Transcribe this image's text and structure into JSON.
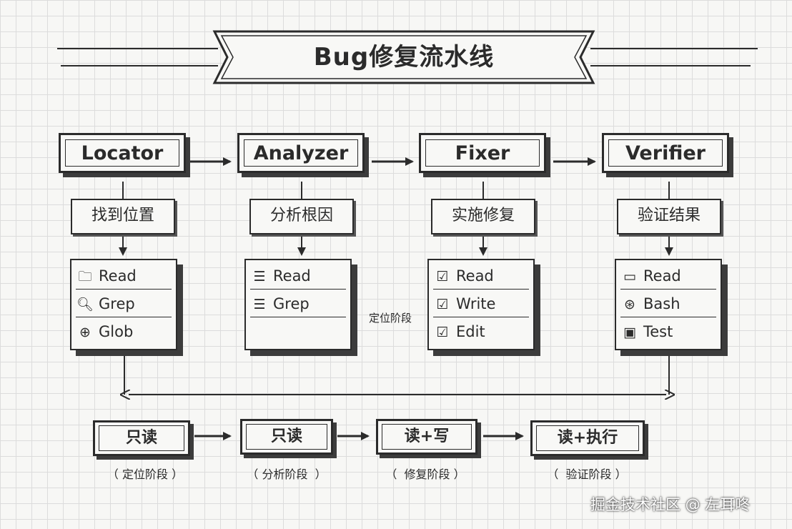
{
  "title": "Bug修复流水线",
  "stages": [
    {
      "name": "Locator",
      "subtitle": "找到位置",
      "tools": [
        {
          "icon": "folder-icon",
          "glyph": "🗀",
          "label": "Read"
        },
        {
          "icon": "search-icon",
          "glyph": "🔍︎",
          "label": "Grep"
        },
        {
          "icon": "globe-icon",
          "glyph": "⊕",
          "label": "Glob"
        }
      ]
    },
    {
      "name": "Analyzer",
      "subtitle": "分析根因",
      "tools": [
        {
          "icon": "document-icon",
          "glyph": "☰",
          "label": "Read"
        },
        {
          "icon": "document-icon",
          "glyph": "☰",
          "label": "Grep"
        }
      ]
    },
    {
      "name": "Fixer",
      "subtitle": "实施修复",
      "tools": [
        {
          "icon": "checkbox-icon",
          "glyph": "☑",
          "label": "Read"
        },
        {
          "icon": "checkbox-icon",
          "glyph": "☑",
          "label": "Write"
        },
        {
          "icon": "checkbox-icon",
          "glyph": "☑",
          "label": "Edit"
        }
      ]
    },
    {
      "name": "Verifier",
      "subtitle": "验证结果",
      "tools": [
        {
          "icon": "monitor-icon",
          "glyph": "▭",
          "label": "Read"
        },
        {
          "icon": "gear-icon",
          "glyph": "⊛",
          "label": "Bash"
        },
        {
          "icon": "image-icon",
          "glyph": "▣",
          "label": "Test"
        }
      ]
    }
  ],
  "side_label": "定位阶段",
  "modes": [
    {
      "label": "只读",
      "phase": "（ 定位阶段 ）"
    },
    {
      "label": "只读",
      "phase": "（ 分析阶段  ）"
    },
    {
      "label": "读+写",
      "phase": "（  修复阶段 ）"
    },
    {
      "label": "读+执行",
      "phase": "（  验证阶段 ）"
    }
  ],
  "watermark": "掘金技术社区 @ 左耳咚"
}
